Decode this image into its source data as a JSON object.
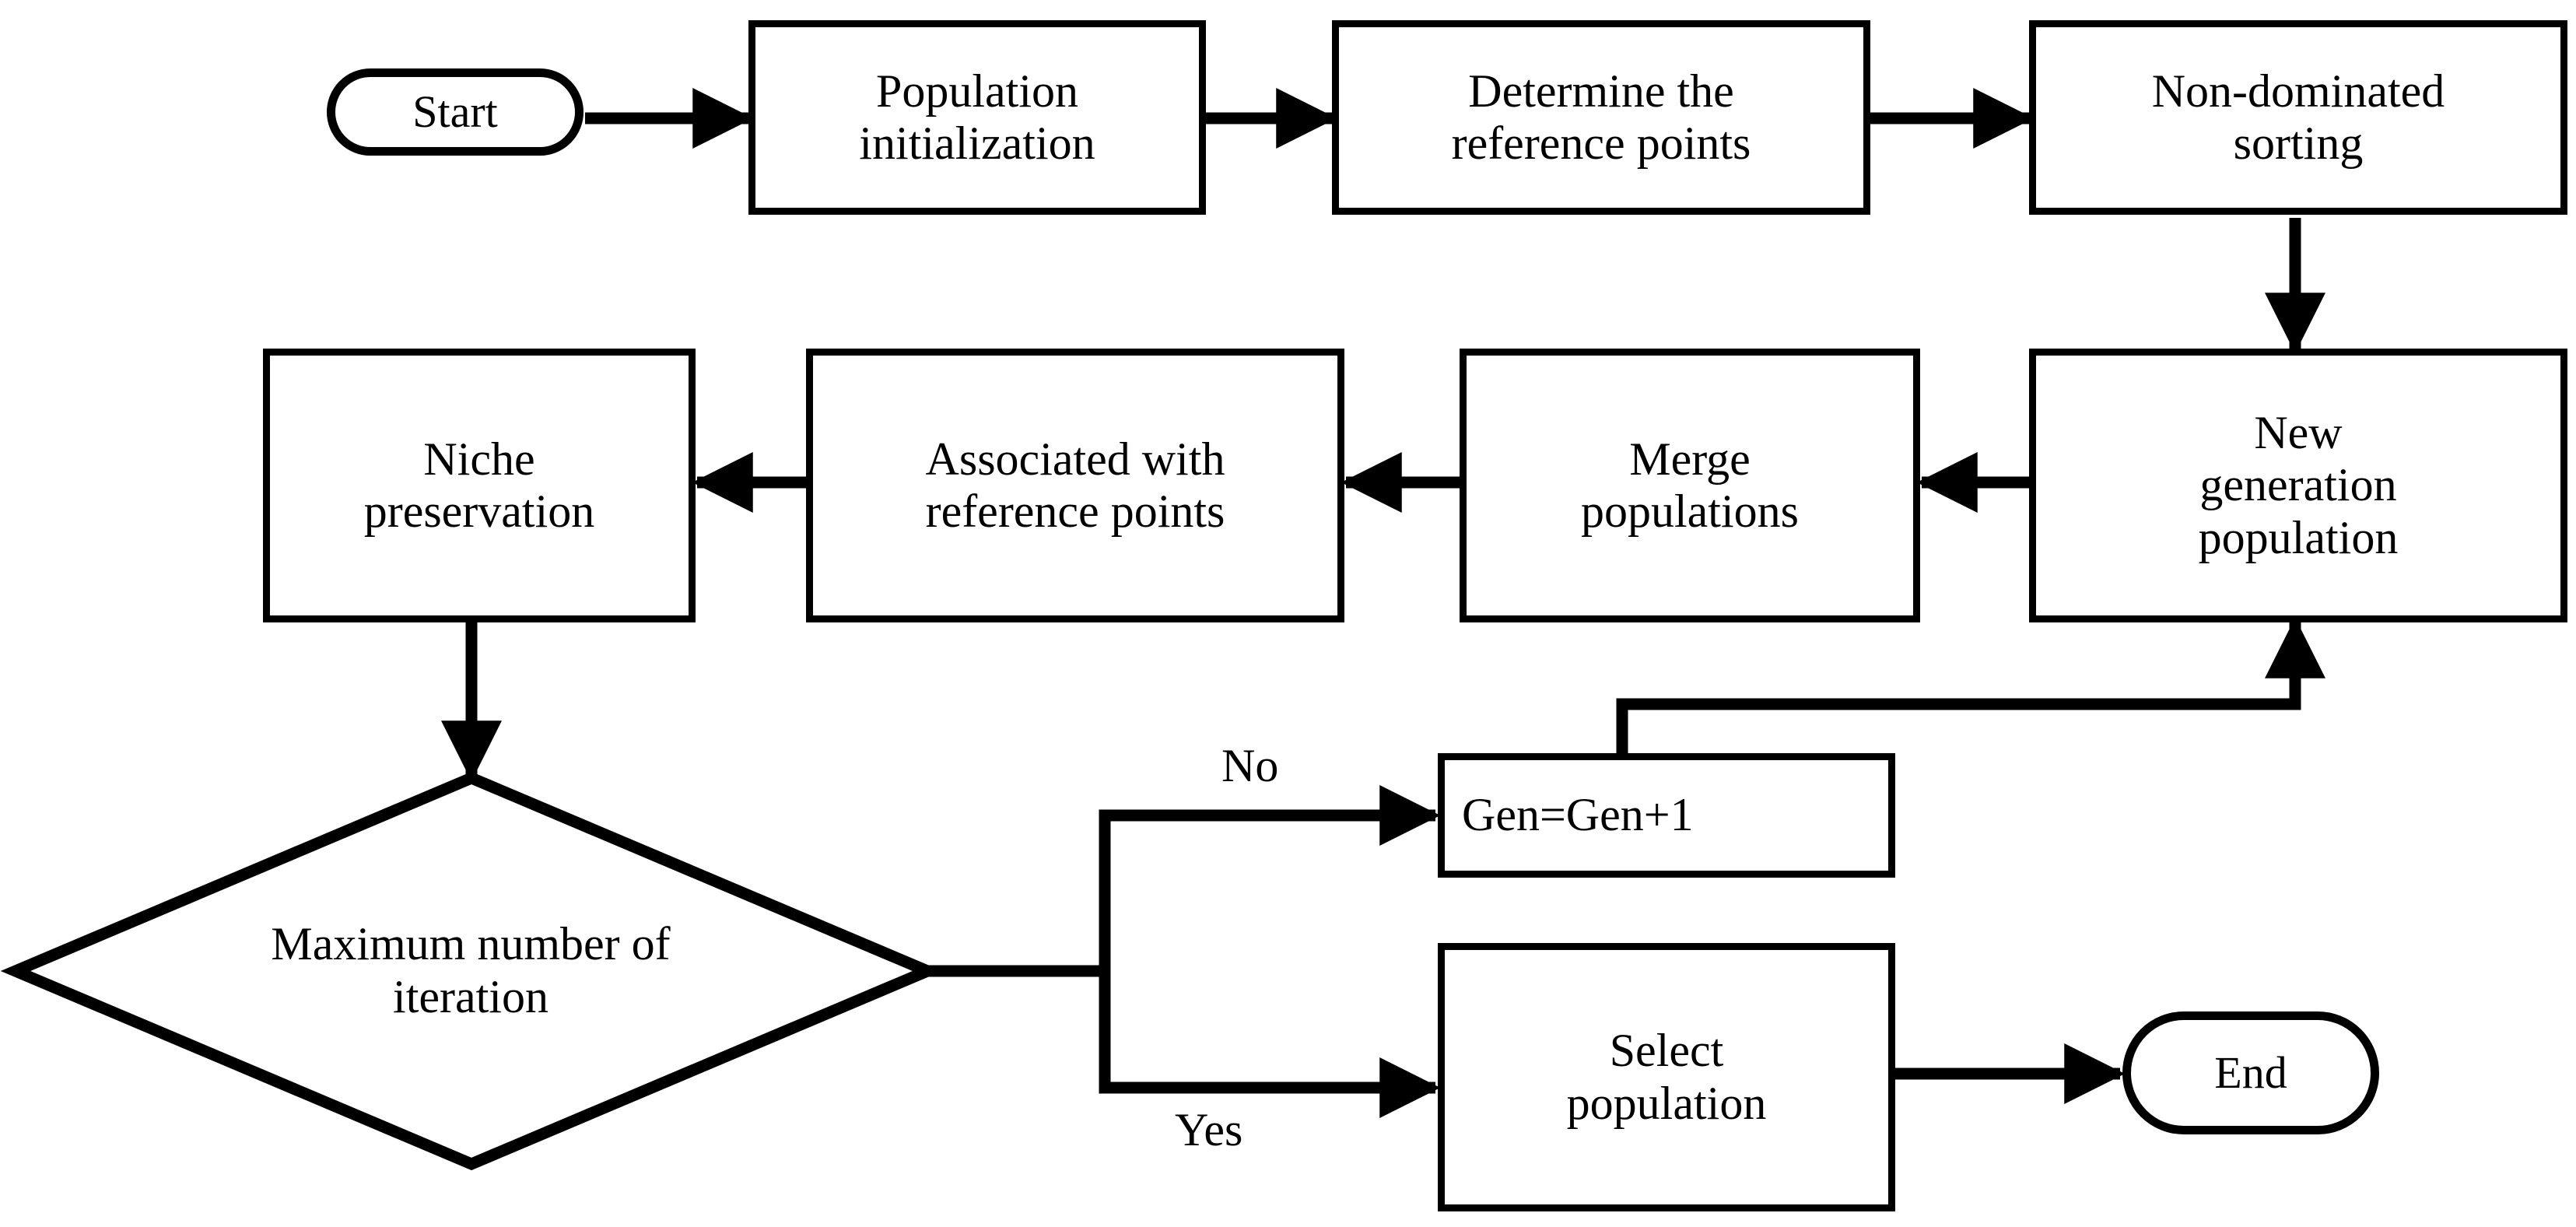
{
  "diagram": {
    "type": "flowchart",
    "title": "NSGA-III algorithm flowchart",
    "background_color": "#ffffff",
    "line_color": "#000000",
    "text_color": "#000000"
  },
  "nodes": {
    "start": {
      "label": "Start",
      "shape": "rounded-terminator"
    },
    "population_init": {
      "label": "Population\ninitialization",
      "shape": "rectangle"
    },
    "determine_ref": {
      "label": "Determine the\nreference points",
      "shape": "rectangle"
    },
    "nondominated": {
      "label": "Non-dominated\nsorting",
      "shape": "rectangle"
    },
    "new_generation": {
      "label": "New\ngeneration\npopulation",
      "shape": "rectangle"
    },
    "merge": {
      "label": "Merge\npopulations",
      "shape": "rectangle"
    },
    "associated": {
      "label": "Associated with\nreference points",
      "shape": "rectangle"
    },
    "niche": {
      "label": "Niche\npreservation",
      "shape": "rectangle"
    },
    "decision": {
      "label": "Maximum number of\niteration",
      "shape": "diamond"
    },
    "gen_increment": {
      "label": "Gen=Gen+1",
      "shape": "rectangle"
    },
    "select_population": {
      "label": "Select\npopulation",
      "shape": "rectangle"
    },
    "end": {
      "label": "End",
      "shape": "rounded-terminator"
    }
  },
  "node_lines": {
    "start": [
      "Start"
    ],
    "population_init": [
      "Population",
      "initialization"
    ],
    "determine_ref": [
      "Determine the",
      "reference points"
    ],
    "nondominated": [
      "Non-dominated",
      "sorting"
    ],
    "new_generation": [
      "New",
      "generation",
      "population"
    ],
    "merge": [
      "Merge",
      "populations"
    ],
    "associated": [
      "Associated with",
      "reference points"
    ],
    "niche": [
      "Niche",
      "preservation"
    ],
    "decision": [
      "Maximum number of",
      "iteration"
    ],
    "gen_increment": [
      "Gen=Gen+1"
    ],
    "select_population": [
      "Select",
      "population"
    ],
    "end": [
      "End"
    ]
  },
  "edge_labels": {
    "no": "No",
    "yes": "Yes"
  },
  "edges": [
    {
      "from": "start",
      "to": "population_init",
      "label": ""
    },
    {
      "from": "population_init",
      "to": "determine_ref",
      "label": ""
    },
    {
      "from": "determine_ref",
      "to": "nondominated",
      "label": ""
    },
    {
      "from": "nondominated",
      "to": "new_generation",
      "label": ""
    },
    {
      "from": "new_generation",
      "to": "merge",
      "label": ""
    },
    {
      "from": "merge",
      "to": "associated",
      "label": ""
    },
    {
      "from": "associated",
      "to": "niche",
      "label": ""
    },
    {
      "from": "niche",
      "to": "decision",
      "label": ""
    },
    {
      "from": "decision",
      "to": "gen_increment",
      "label": "No"
    },
    {
      "from": "decision",
      "to": "select_population",
      "label": "Yes"
    },
    {
      "from": "gen_increment",
      "to": "new_generation",
      "label": ""
    },
    {
      "from": "select_population",
      "to": "end",
      "label": ""
    }
  ]
}
